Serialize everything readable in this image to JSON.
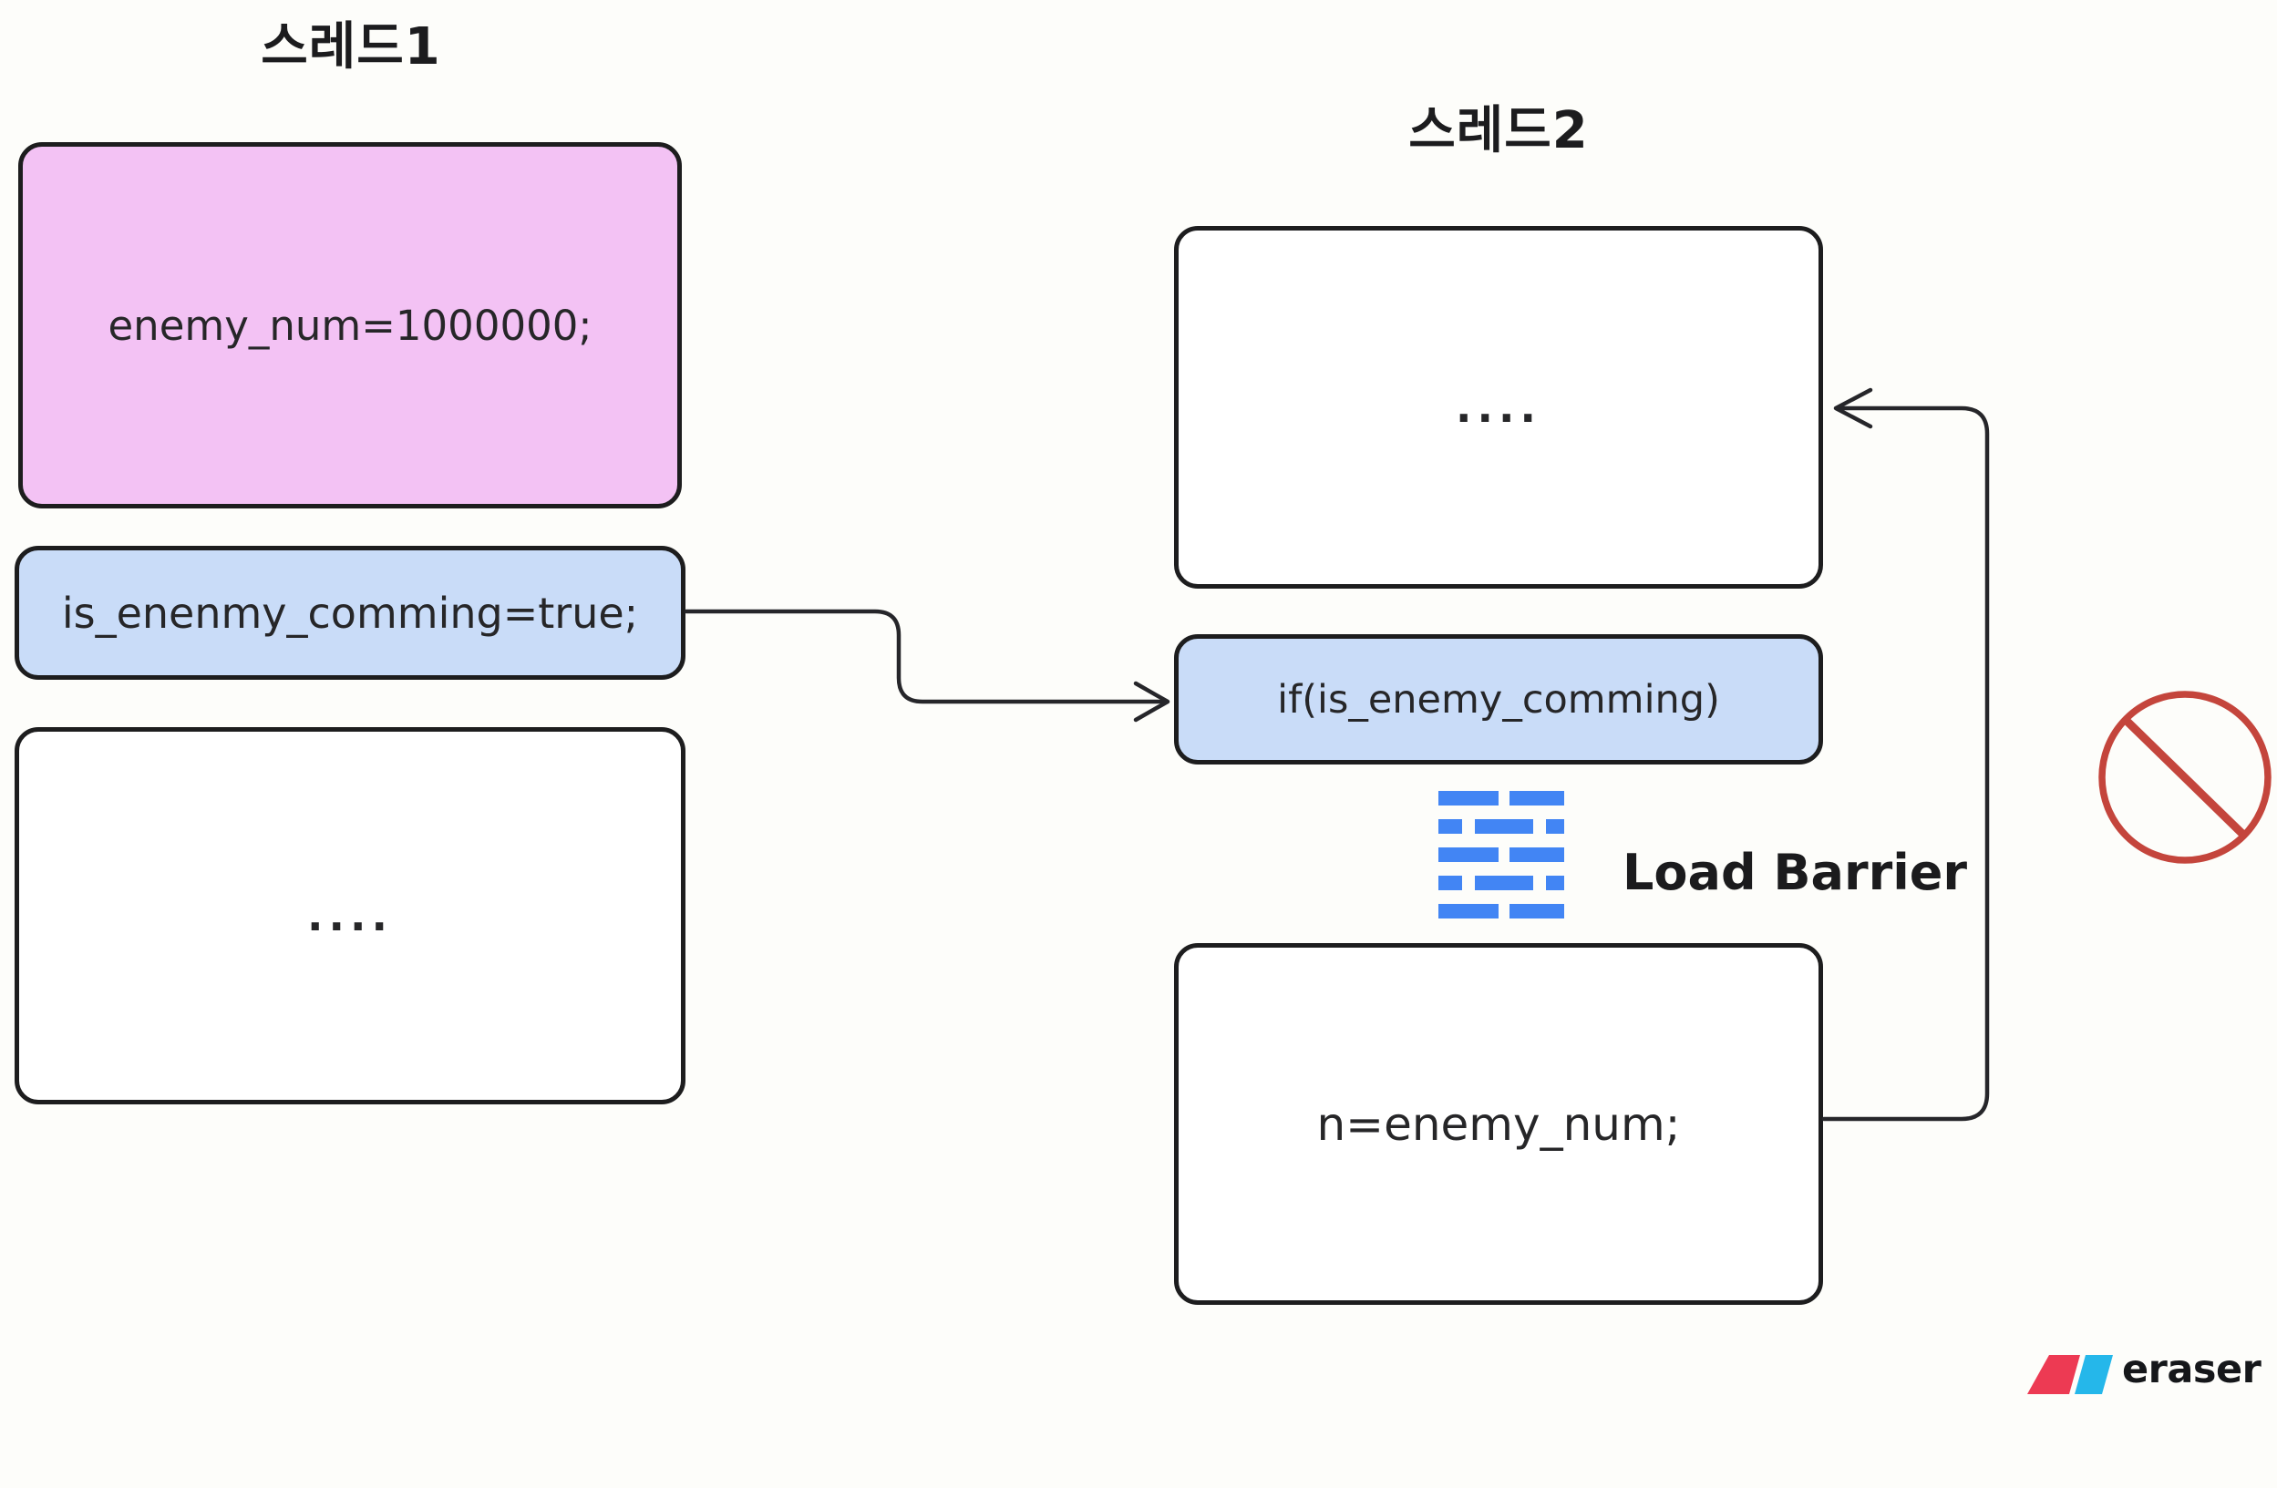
{
  "page": {
    "background": "#fdfdfa"
  },
  "thread1": {
    "title": "스레드1",
    "box_store": {
      "text": "enemy_num=1000000;",
      "fill": "#f3c2f4"
    },
    "box_flag": {
      "text": "is_enenmy_comming=true;",
      "fill": "#c9dcf8"
    },
    "box_rest": {
      "text": "....",
      "fill": "#ffffff"
    }
  },
  "thread2": {
    "title": "스레드2",
    "box_rest": {
      "text": "....",
      "fill": "#ffffff"
    },
    "box_if": {
      "text": "if(is_enemy_comming)",
      "fill": "#c9dcf8"
    },
    "box_load": {
      "text": "n=enemy_num;",
      "fill": "#ffffff"
    }
  },
  "barrier": {
    "label": "Load Barrier",
    "icon": "brick-wall-icon",
    "icon_color": "#4285f4"
  },
  "annotations": {
    "no_entry_icon": "prohibition-sign",
    "no_entry_color": "#c4453c"
  },
  "connectors": {
    "flag_to_if": "is_enenmy_comming=true; -> if(is_enemy_comming)",
    "load_loop_to_rest": "n=enemy_num; -> ...."
  },
  "colors": {
    "border": "#1d1d1e",
    "arrow": "#26262a",
    "text": "#262628"
  },
  "footer": {
    "brand": "eraser",
    "logo_red": "#ed3a53",
    "logo_blue": "#25b7ea"
  }
}
